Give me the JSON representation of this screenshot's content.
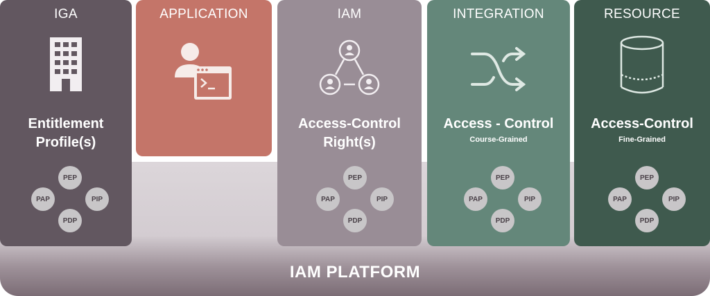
{
  "platform": {
    "label": "IAM PLATFORM",
    "colors": {
      "base": "#d3ccd1",
      "bottom": "#7b6c75"
    }
  },
  "cards": [
    {
      "id": "iga",
      "heading": "IGA",
      "label_line1": "Entitlement",
      "label_line2": "Profile(s)",
      "subtitle": "",
      "icon": "building-icon",
      "color": "#625760",
      "nodes": {
        "pep": "PEP",
        "pap": "PAP",
        "pip": "PIP",
        "pdp": "PDP"
      }
    },
    {
      "id": "application",
      "heading": "APPLICATION",
      "icon": "user-terminal-icon",
      "color": "#c47569"
    },
    {
      "id": "iam",
      "heading": "IAM",
      "label_line1": "Access-Control",
      "label_line2": "Right(s)",
      "subtitle": "",
      "icon": "user-network-icon",
      "color": "#998d96",
      "nodes": {
        "pep": "PEP",
        "pap": "PAP",
        "pip": "PIP",
        "pdp": "PDP"
      }
    },
    {
      "id": "integration",
      "heading": "INTEGRATION",
      "label_line1": "Access - Control",
      "label_line2": "",
      "subtitle": "Course-Grained",
      "icon": "shuffle-icon",
      "color": "#64877a",
      "nodes": {
        "pep": "PEP",
        "pap": "PAP",
        "pip": "PIP",
        "pdp": "PDP"
      }
    },
    {
      "id": "resource",
      "heading": "RESOURCE",
      "label_line1": "Access-Control",
      "label_line2": "",
      "subtitle": "Fine-Grained",
      "icon": "database-cylinder-icon",
      "color": "#3f5a4e",
      "nodes": {
        "pep": "PEP",
        "pap": "PAP",
        "pip": "PIP",
        "pdp": "PDP"
      }
    }
  ]
}
